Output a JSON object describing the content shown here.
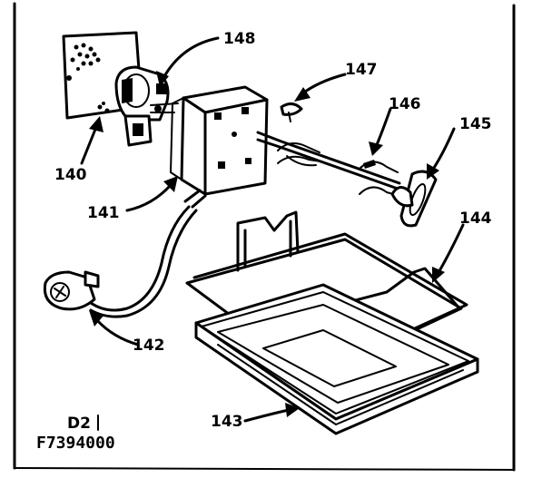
{
  "callouts": {
    "p140": "140",
    "p141": "141",
    "p142": "142",
    "p143": "143",
    "p144": "144",
    "p145": "145",
    "p146": "146",
    "p147": "147",
    "p148": "148"
  },
  "footer": {
    "diagram_id": "D2",
    "part_code": "F7394000"
  }
}
